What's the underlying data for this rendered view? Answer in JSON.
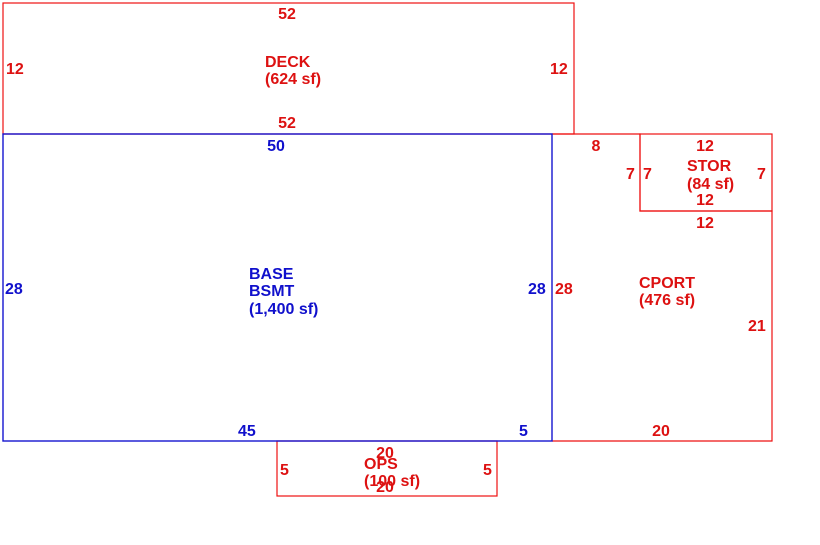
{
  "colors": {
    "structure": "#e11111",
    "base": "#1515d0"
  },
  "areas": {
    "deck": {
      "name": "DECK",
      "area": "(624 sf)"
    },
    "base": {
      "name1": "BASE",
      "name2": "BSMT",
      "area": "(1,400 sf)"
    },
    "stor": {
      "name": "STOR",
      "area": "(84 sf)"
    },
    "cport": {
      "name": "CPORT",
      "area": "(476 sf)"
    },
    "ops": {
      "name": "OPS",
      "area": "(100 sf)"
    }
  },
  "dims": {
    "deck_top": "52",
    "deck_left": "12",
    "deck_right": "12",
    "deck_bottom": "52",
    "base_top": "50",
    "base_left": "28",
    "base_right": "28",
    "base_bottom_left": "45",
    "base_bottom_right": "5",
    "cport_left": "28",
    "cport_top": "8",
    "cport_step": "7",
    "cport_right": "21",
    "cport_bottom": "20",
    "cport_top_inner": "12",
    "stor_top": "12",
    "stor_left": "7",
    "stor_right": "7",
    "stor_bottom": "12",
    "ops_top": "20",
    "ops_left": "5",
    "ops_right": "5",
    "ops_bottom": "20"
  }
}
